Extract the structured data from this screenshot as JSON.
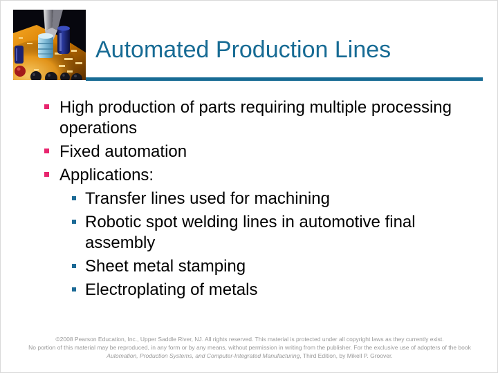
{
  "slide": {
    "title": "Automated Production Lines",
    "header_image": "circuit-board-capacitors-photo",
    "colors": {
      "title_accent": "#176B94",
      "header_rule": "#176B94",
      "bullet_level1": "#E8256E",
      "bullet_level2": "#1C6A96",
      "body_text": "#000000",
      "footer_text": "#999999"
    }
  },
  "content": {
    "items": [
      {
        "level": 1,
        "lines": [
          "High production of parts requiring multiple processing",
          "operations"
        ]
      },
      {
        "level": 1,
        "lines": [
          "Fixed automation"
        ]
      },
      {
        "level": 1,
        "lines": [
          "Applications:"
        ]
      },
      {
        "level": 2,
        "lines": [
          "Transfer lines used for machining"
        ]
      },
      {
        "level": 2,
        "lines": [
          "Robotic spot welding lines in automotive final",
          "assembly"
        ]
      },
      {
        "level": 2,
        "lines": [
          "Sheet metal stamping"
        ]
      },
      {
        "level": 2,
        "lines": [
          "Electroplating of metals"
        ]
      }
    ]
  },
  "footer": {
    "line1": "©2008 Pearson Education, Inc., Upper Saddle River, NJ.  All rights reserved.  This material is protected under all copyright laws as they currently exist.",
    "line2": "No portion of this material may be reproduced, in any form or by any means, without permission in writing from the publisher.  For the exclusive use of adopters of the book",
    "line3_italic": "Automation, Production Systems, and Computer-Integrated Manufacturing",
    "line3_rest": ", Third Edition, by Mikell P. Groover."
  }
}
